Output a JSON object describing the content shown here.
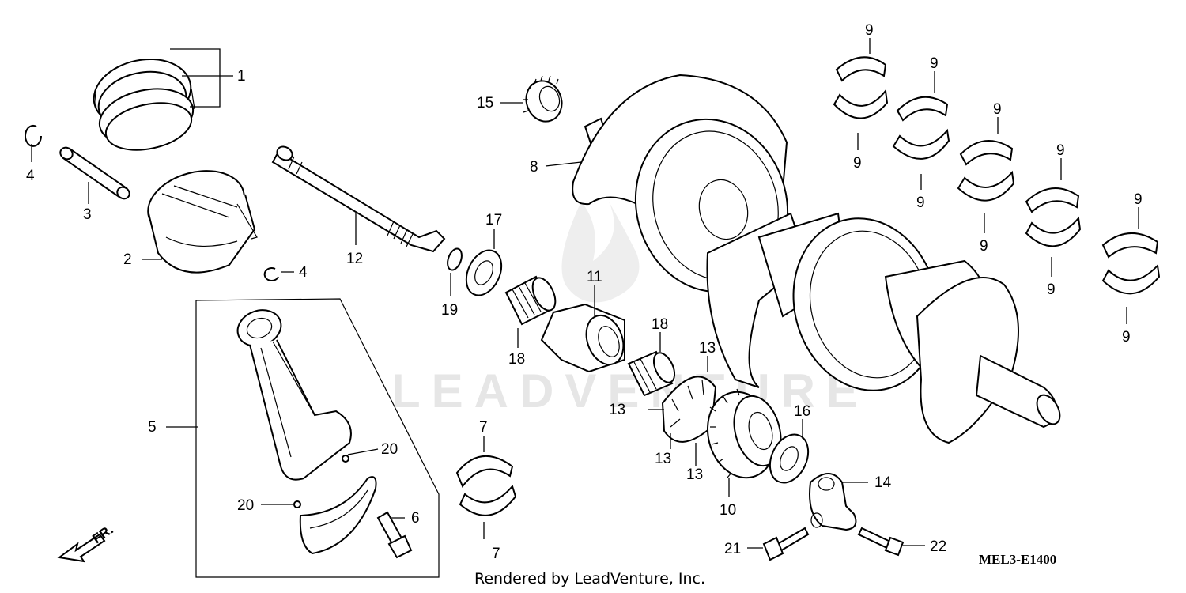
{
  "diagram": {
    "drawing_code": "MEL3-E1400",
    "credit": "Rendered by LeadVenture, Inc.",
    "watermark": "LEADVENTURE",
    "direction_label": "FR.",
    "callouts": {
      "piston_rings": "1",
      "piston": "2",
      "piston_pin": "3",
      "clip_top": "4",
      "clip_bottom": "4",
      "connecting_rod": "5",
      "rod_bolt": "6",
      "rod_bearing_top": "7",
      "rod_bearing_bottom": "7",
      "crankshaft": "8",
      "main_bearing_1_top": "9",
      "main_bearing_1_bottom": "9",
      "main_bearing_2_top": "9",
      "main_bearing_2_bottom": "9",
      "main_bearing_3_top": "9",
      "main_bearing_3_bottom": "9",
      "main_bearing_4_top": "9",
      "main_bearing_4_bottom": "9",
      "main_bearing_5_top": "9",
      "main_bearing_5_bottom": "9",
      "gear_10": "10",
      "hub_11": "11",
      "shaft_12": "12",
      "collar_13_top": "13",
      "collar_13_left": "13",
      "collar_13_lower_left": "13",
      "collar_13_lower_right": "13",
      "arm_14": "14",
      "gear_15": "15",
      "washer_16": "16",
      "washer_17": "17",
      "bearing_18_left": "18",
      "bearing_18_right": "18",
      "ring_19": "19",
      "dowel_20_top": "20",
      "dowel_20_bottom": "20",
      "bolt_21": "21",
      "bolt_22": "22"
    }
  }
}
